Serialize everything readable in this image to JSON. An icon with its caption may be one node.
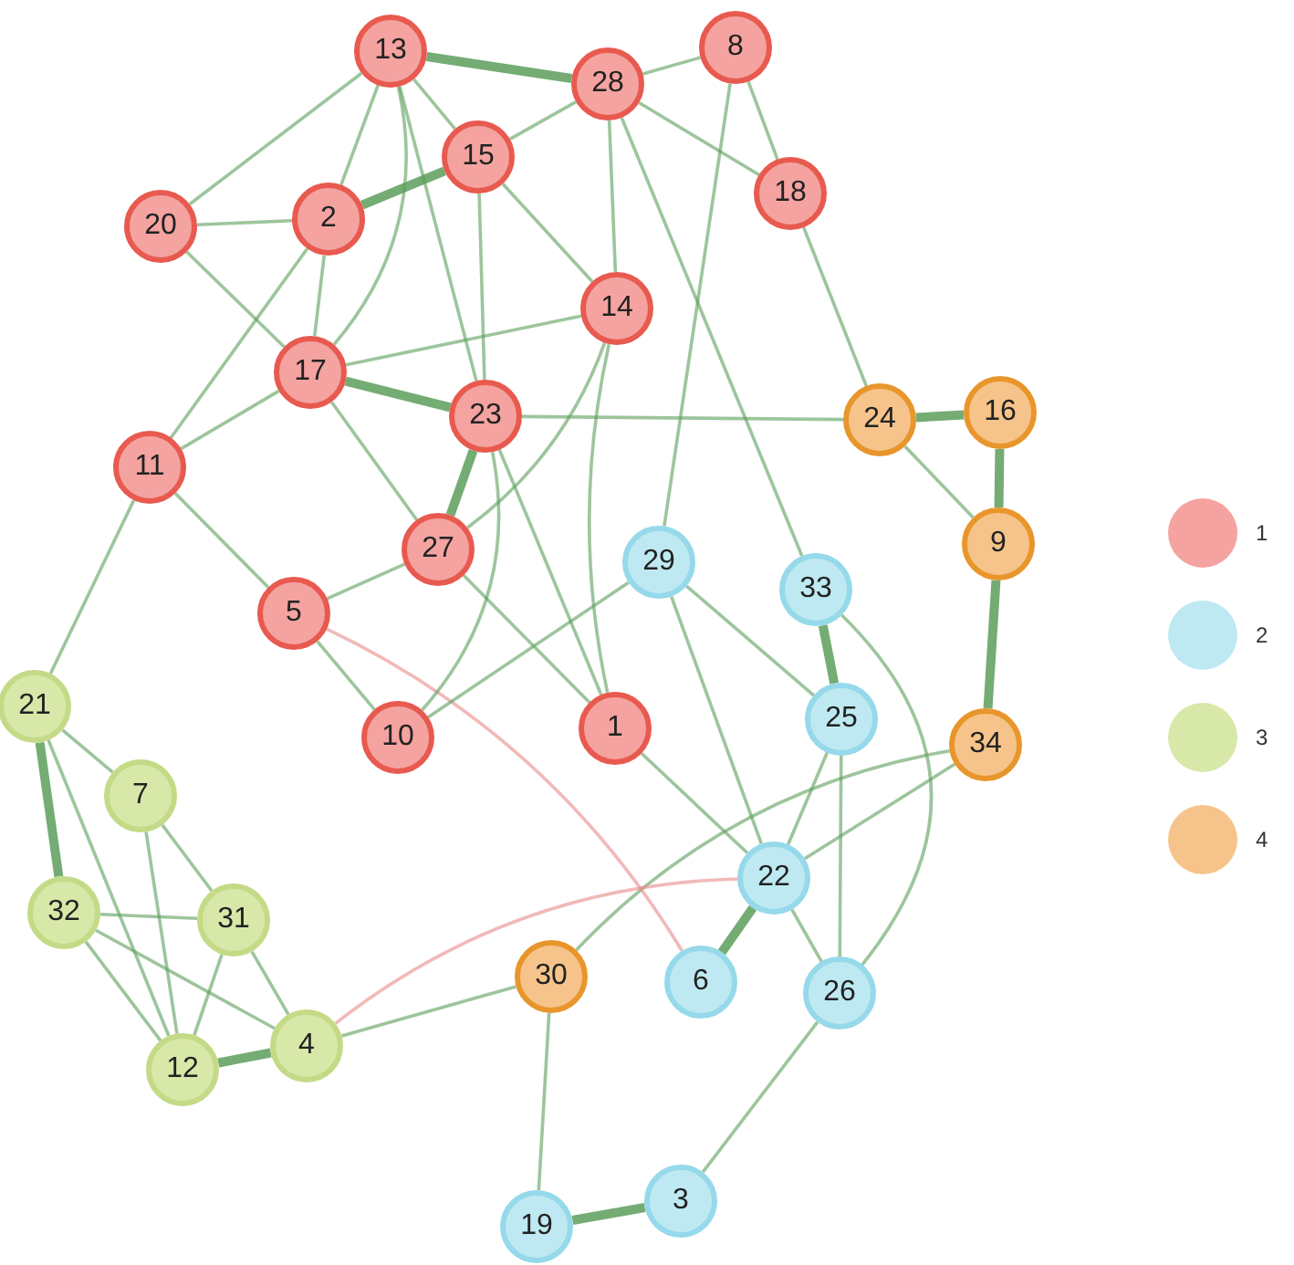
{
  "diagram": {
    "nodes": [
      {
        "text": [
          "13"
        ]
      },
      {
        "text": [
          "8"
        ]
      },
      {
        "text": [
          "28"
        ]
      },
      {
        "text": [
          "15"
        ]
      },
      {
        "text": [
          "18"
        ]
      },
      {
        "text": [
          "2"
        ]
      },
      {
        "text": [
          "20"
        ]
      },
      {
        "text": [
          "14"
        ]
      },
      {
        "text": [
          "17"
        ]
      },
      {
        "text": [
          "16"
        ]
      },
      {
        "text": [
          "24"
        ]
      },
      {
        "text": [
          "23"
        ]
      },
      {
        "text": [
          "11"
        ]
      },
      {
        "text": [
          "27"
        ]
      },
      {
        "text": [
          "9"
        ]
      },
      {
        "text": [
          "29"
        ]
      },
      {
        "text": [
          "33"
        ]
      },
      {
        "text": [
          "5"
        ]
      },
      {
        "text": [
          "25"
        ]
      },
      {
        "text": [
          "1"
        ]
      },
      {
        "text": [
          "10"
        ]
      },
      {
        "text": [
          "21"
        ]
      },
      {
        "text": [
          "34"
        ]
      },
      {
        "text": [
          "7"
        ]
      },
      {
        "text": [
          "22"
        ]
      },
      {
        "text": [
          "32"
        ]
      },
      {
        "text": [
          "31"
        ]
      },
      {
        "text": [
          "30"
        ]
      },
      {
        "text": [
          "6"
        ]
      },
      {
        "text": [
          "26"
        ]
      },
      {
        "text": [
          "4"
        ]
      },
      {
        "text": [
          "12"
        ]
      },
      {
        "text": [
          "3"
        ]
      },
      {
        "text": [
          "19"
        ]
      }
    ],
    "edges": [
      {
        "from": 10,
        "to": 9,
        "arrow": "none",
        "style": "thick"
      },
      {
        "from": 9,
        "to": 14,
        "arrow": "none",
        "style": "thick"
      },
      {
        "from": 14,
        "to": 22,
        "arrow": "none",
        "style": "thick"
      },
      {
        "from": 16,
        "to": 18,
        "arrow": "none",
        "style": "thick"
      },
      {
        "from": 24,
        "to": 28,
        "arrow": "none",
        "style": "thick"
      },
      {
        "from": 33,
        "to": 32,
        "arrow": "none",
        "style": "thick"
      },
      {
        "from": 31,
        "to": 30,
        "arrow": "none",
        "style": "thick"
      },
      {
        "from": 21,
        "to": 25,
        "arrow": "none",
        "style": "thick"
      },
      {
        "from": 11,
        "to": 13,
        "arrow": "none",
        "style": "thick"
      },
      {
        "from": 0,
        "to": 2,
        "arrow": "none",
        "style": "thick"
      },
      {
        "from": 5,
        "to": 3,
        "arrow": "none",
        "style": "thick"
      },
      {
        "from": 8,
        "to": 11,
        "arrow": "none",
        "style": "thick"
      },
      {
        "from": 10,
        "to": 14,
        "arrow": "none"
      },
      {
        "from": 12,
        "to": 21,
        "arrow": "none"
      },
      {
        "from": 12,
        "to": 17,
        "arrow": "none"
      },
      {
        "from": 17,
        "to": 20,
        "arrow": "none"
      },
      {
        "from": 0,
        "to": 5,
        "arrow": "none"
      },
      {
        "from": 0,
        "to": 3,
        "arrow": "none"
      },
      {
        "from": 6,
        "to": 8,
        "arrow": "none"
      },
      {
        "from": 5,
        "to": 12,
        "arrow": "none"
      },
      {
        "from": 1,
        "to": 4,
        "arrow": "none"
      },
      {
        "from": 2,
        "to": 1,
        "arrow": "none"
      },
      {
        "from": 2,
        "to": 3,
        "arrow": "none"
      },
      {
        "from": 19,
        "to": 24,
        "arrow": "none"
      },
      {
        "from": 24,
        "to": 29,
        "arrow": "none"
      },
      {
        "from": 15,
        "to": 24,
        "arrow": "none"
      },
      {
        "from": 15,
        "to": 18,
        "arrow": "none"
      },
      {
        "from": 22,
        "to": 24,
        "arrow": "none"
      },
      {
        "from": 22,
        "to": 27,
        "arrow": "none"
      },
      {
        "from": 27,
        "to": 30,
        "arrow": "none"
      },
      {
        "from": 30,
        "to": 24,
        "arrow": "none",
        "color": "#e88a8a"
      },
      {
        "from": 17,
        "to": 28,
        "arrow": "none",
        "color": "#e88a8a"
      },
      {
        "from": 29,
        "to": 32,
        "arrow": "none"
      },
      {
        "from": 23,
        "to": 26,
        "arrow": "none"
      },
      {
        "from": 26,
        "to": 30,
        "arrow": "none"
      },
      {
        "from": 21,
        "to": 23,
        "arrow": "none"
      },
      {
        "from": 25,
        "to": 26,
        "arrow": "none"
      },
      {
        "from": 25,
        "to": 31,
        "arrow": "none"
      },
      {
        "from": 25,
        "to": 30,
        "arrow": "none"
      },
      {
        "from": 26,
        "to": 31,
        "arrow": "none"
      },
      {
        "from": 21,
        "to": 31,
        "arrow": "none"
      },
      {
        "from": 23,
        "to": 31,
        "arrow": "none"
      },
      {
        "from": 20,
        "to": 15,
        "arrow": "none"
      },
      {
        "from": 13,
        "to": 19,
        "arrow": "none"
      },
      {
        "from": 13,
        "to": 17,
        "arrow": "none"
      },
      {
        "from": 7,
        "to": 13,
        "arrow": "none"
      },
      {
        "from": 11,
        "to": 10,
        "arrow": "none"
      },
      {
        "from": 8,
        "to": 13,
        "arrow": "none"
      },
      {
        "from": 2,
        "to": 16,
        "arrow": "none"
      },
      {
        "from": 7,
        "to": 19,
        "arrow": "none"
      },
      {
        "from": 0,
        "to": 11,
        "arrow": "none"
      },
      {
        "from": 0,
        "to": 8,
        "arrow": "none"
      },
      {
        "from": 6,
        "to": 0,
        "arrow": "none"
      },
      {
        "from": 6,
        "to": 5,
        "arrow": "none"
      },
      {
        "from": 4,
        "to": 10,
        "arrow": "none"
      },
      {
        "from": 8,
        "to": 12,
        "arrow": "none"
      },
      {
        "from": 8,
        "to": 7,
        "arrow": "none"
      },
      {
        "from": 3,
        "to": 7,
        "arrow": "none"
      },
      {
        "from": 2,
        "to": 7,
        "arrow": "none"
      },
      {
        "from": 4,
        "to": 2,
        "arrow": "none"
      },
      {
        "from": 1,
        "to": 15,
        "arrow": "none"
      },
      {
        "from": 5,
        "to": 8,
        "arrow": "none"
      },
      {
        "from": 11,
        "to": 19,
        "arrow": "none"
      },
      {
        "from": 24,
        "to": 18,
        "arrow": "none"
      },
      {
        "from": 29,
        "to": 18,
        "arrow": "none"
      },
      {
        "from": 16,
        "to": 29,
        "arrow": "none"
      },
      {
        "from": 11,
        "to": 20,
        "arrow": "none"
      },
      {
        "from": 3,
        "to": 11,
        "arrow": "none"
      },
      {
        "from": 27,
        "to": 33,
        "arrow": "none"
      }
    ],
    "legend": [
      {
        "text": "1",
        "color": "#f4a3a0"
      },
      {
        "text": "2",
        "color": "#bfe9f2"
      },
      {
        "text": "3",
        "color": "#d8e8a8"
      },
      {
        "text": "4",
        "color": "#f6c48a"
      }
    ]
  }
}
